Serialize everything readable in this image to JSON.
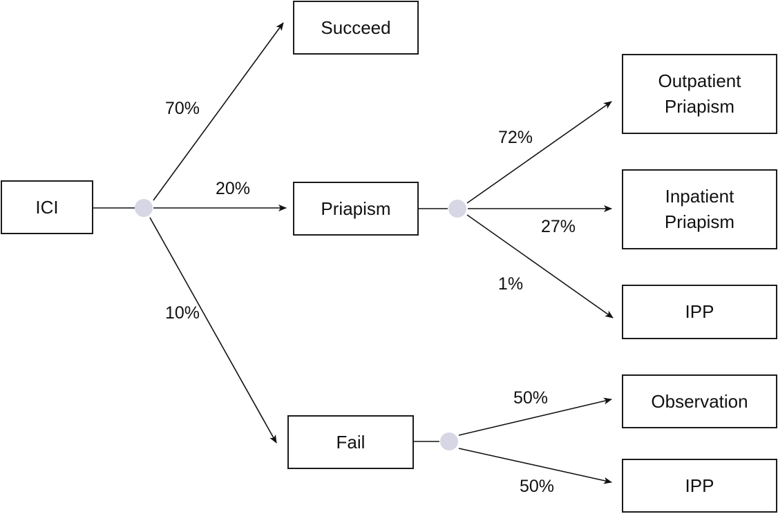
{
  "nodes": {
    "ici": "ICI",
    "succeed": "Succeed",
    "priapism": "Priapism",
    "fail": "Fail",
    "outpatient_priapism": "Outpatient\nPriapism",
    "inpatient_priapism": "Inpatient\nPriapism",
    "ipp_from_priapism": "IPP",
    "observation": "Observation",
    "ipp_from_fail": "IPP"
  },
  "probabilities": {
    "ici_to_succeed": "70%",
    "ici_to_priapism": "20%",
    "ici_to_fail": "10%",
    "priapism_to_outpatient": "72%",
    "priapism_to_inpatient": "27%",
    "priapism_to_ipp": "1%",
    "fail_to_observation": "50%",
    "fail_to_ipp": "50%"
  },
  "colors": {
    "line": "#111111",
    "box_border": "#1a1a1a",
    "chance_node": "#d6d6e4",
    "text": "#111111"
  },
  "icons": {
    "chance_node": "chance-node-circle",
    "arrowhead": "arrowhead"
  }
}
